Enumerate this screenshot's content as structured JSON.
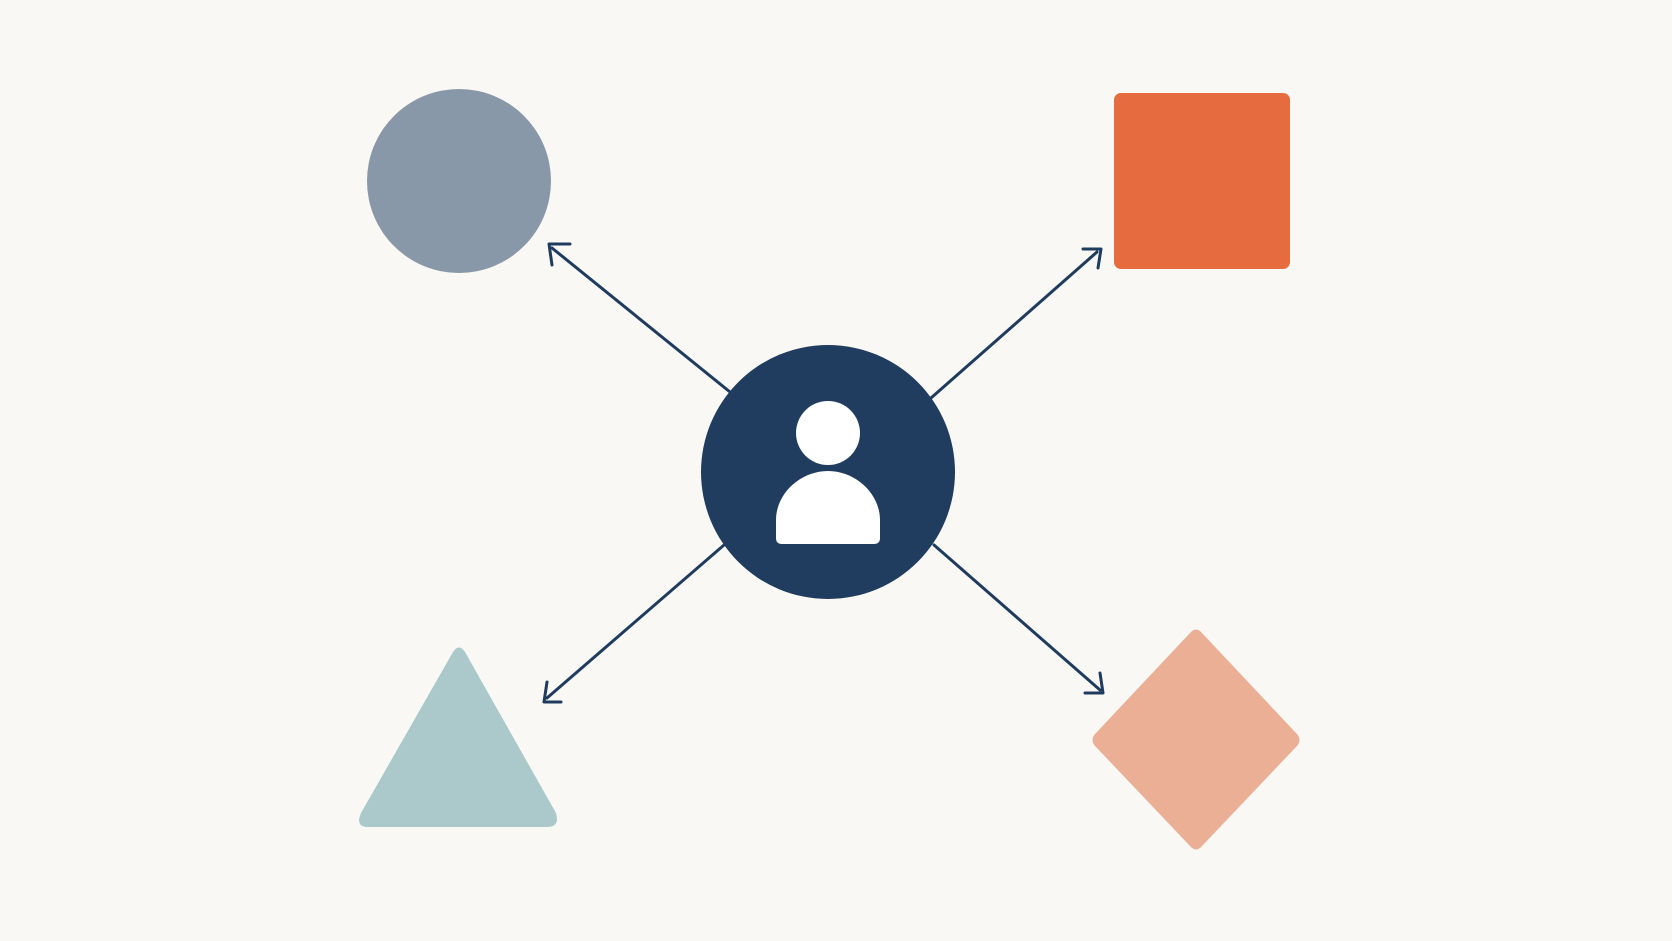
{
  "diagram": {
    "background": "#f9f8f4",
    "arrow_color": "#1f3b5e",
    "center": {
      "shape": "circle",
      "icon": "user-icon",
      "fill": "#203c5f",
      "icon_fill": "#ffffff"
    },
    "nodes": [
      {
        "id": "top-left",
        "shape": "circle",
        "fill": "#8898a9"
      },
      {
        "id": "top-right",
        "shape": "square",
        "fill": "#e66c40"
      },
      {
        "id": "bottom-left",
        "shape": "triangle",
        "fill": "#abc9ca"
      },
      {
        "id": "bottom-right",
        "shape": "diamond",
        "fill": "#ebaf95"
      }
    ],
    "edges": [
      {
        "from": "center",
        "to": "top-left"
      },
      {
        "from": "center",
        "to": "top-right"
      },
      {
        "from": "center",
        "to": "bottom-left"
      },
      {
        "from": "center",
        "to": "bottom-right"
      }
    ]
  }
}
